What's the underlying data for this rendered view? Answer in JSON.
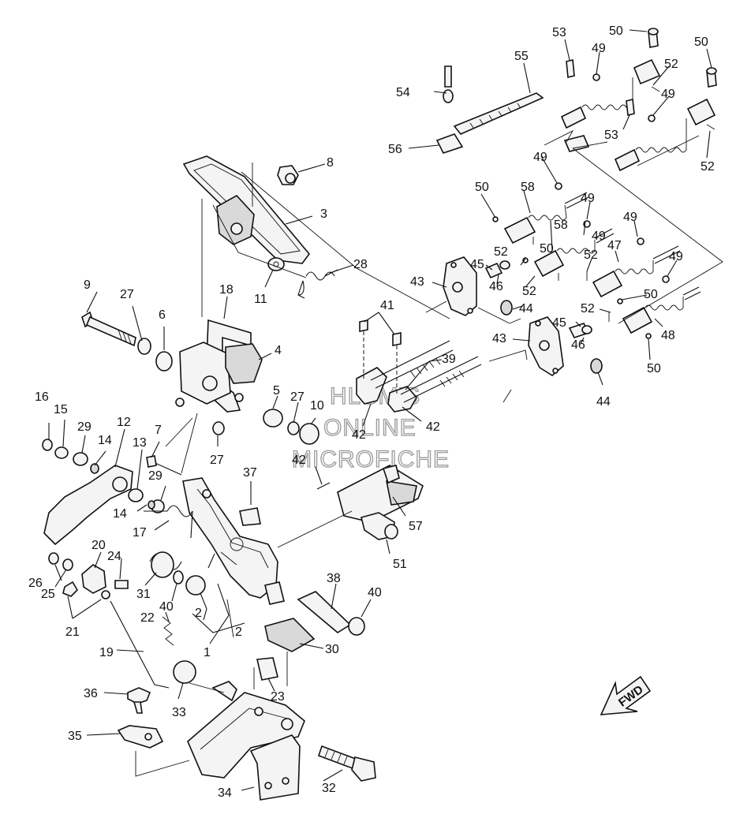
{
  "watermark": {
    "line1": "HLSM'S",
    "line2": "ONLINE",
    "line3": "MICROFICHE"
  },
  "direction_label": "FWD",
  "callouts": [
    {
      "id": "c1",
      "text": "1"
    },
    {
      "id": "c2a",
      "text": "2"
    },
    {
      "id": "c2b",
      "text": "2"
    },
    {
      "id": "c3",
      "text": "3"
    },
    {
      "id": "c4",
      "text": "4"
    },
    {
      "id": "c5",
      "text": "5"
    },
    {
      "id": "c6",
      "text": "6"
    },
    {
      "id": "c7",
      "text": "7"
    },
    {
      "id": "c8",
      "text": "8"
    },
    {
      "id": "c9",
      "text": "9"
    },
    {
      "id": "c10",
      "text": "10"
    },
    {
      "id": "c11",
      "text": "11"
    },
    {
      "id": "c12",
      "text": "12"
    },
    {
      "id": "c13",
      "text": "13"
    },
    {
      "id": "c14a",
      "text": "14"
    },
    {
      "id": "c14b",
      "text": "14"
    },
    {
      "id": "c15",
      "text": "15"
    },
    {
      "id": "c16",
      "text": "16"
    },
    {
      "id": "c17",
      "text": "17"
    },
    {
      "id": "c18",
      "text": "18"
    },
    {
      "id": "c19",
      "text": "19"
    },
    {
      "id": "c20",
      "text": "20"
    },
    {
      "id": "c21",
      "text": "21"
    },
    {
      "id": "c22",
      "text": "22"
    },
    {
      "id": "c23",
      "text": "23"
    },
    {
      "id": "c24",
      "text": "24"
    },
    {
      "id": "c25",
      "text": "25"
    },
    {
      "id": "c26",
      "text": "26"
    },
    {
      "id": "c27a",
      "text": "27"
    },
    {
      "id": "c27b",
      "text": "27"
    },
    {
      "id": "c27c",
      "text": "27"
    },
    {
      "id": "c28",
      "text": "28"
    },
    {
      "id": "c29a",
      "text": "29"
    },
    {
      "id": "c29b",
      "text": "29"
    },
    {
      "id": "c30",
      "text": "30"
    },
    {
      "id": "c31",
      "text": "31"
    },
    {
      "id": "c32",
      "text": "32"
    },
    {
      "id": "c33",
      "text": "33"
    },
    {
      "id": "c34",
      "text": "34"
    },
    {
      "id": "c35",
      "text": "35"
    },
    {
      "id": "c36",
      "text": "36"
    },
    {
      "id": "c37",
      "text": "37"
    },
    {
      "id": "c38",
      "text": "38"
    },
    {
      "id": "c39",
      "text": "39"
    },
    {
      "id": "c40a",
      "text": "40"
    },
    {
      "id": "c40b",
      "text": "40"
    },
    {
      "id": "c41",
      "text": "41"
    },
    {
      "id": "c42a",
      "text": "42"
    },
    {
      "id": "c42b",
      "text": "42"
    },
    {
      "id": "c42c",
      "text": "42"
    },
    {
      "id": "c43a",
      "text": "43"
    },
    {
      "id": "c43b",
      "text": "43"
    },
    {
      "id": "c44a",
      "text": "44"
    },
    {
      "id": "c44b",
      "text": "44"
    },
    {
      "id": "c45a",
      "text": "45"
    },
    {
      "id": "c45b",
      "text": "45"
    },
    {
      "id": "c46a",
      "text": "46"
    },
    {
      "id": "c46b",
      "text": "46"
    },
    {
      "id": "c47",
      "text": "47"
    },
    {
      "id": "c48",
      "text": "48"
    },
    {
      "id": "c49a",
      "text": "49"
    },
    {
      "id": "c49b",
      "text": "49"
    },
    {
      "id": "c49c",
      "text": "49"
    },
    {
      "id": "c49d",
      "text": "49"
    },
    {
      "id": "c49e",
      "text": "49"
    },
    {
      "id": "c49f",
      "text": "49"
    },
    {
      "id": "c49g",
      "text": "49"
    },
    {
      "id": "c50a",
      "text": "50"
    },
    {
      "id": "c50b",
      "text": "50"
    },
    {
      "id": "c50c",
      "text": "50"
    },
    {
      "id": "c50d",
      "text": "50"
    },
    {
      "id": "c50e",
      "text": "50"
    },
    {
      "id": "c50f",
      "text": "50"
    },
    {
      "id": "c51",
      "text": "51"
    },
    {
      "id": "c52a",
      "text": "52"
    },
    {
      "id": "c52b",
      "text": "52"
    },
    {
      "id": "c52c",
      "text": "52"
    },
    {
      "id": "c52d",
      "text": "52"
    },
    {
      "id": "c52e",
      "text": "52"
    },
    {
      "id": "c52f",
      "text": "52"
    },
    {
      "id": "c53a",
      "text": "53"
    },
    {
      "id": "c53b",
      "text": "53"
    },
    {
      "id": "c54",
      "text": "54"
    },
    {
      "id": "c55",
      "text": "55"
    },
    {
      "id": "c56",
      "text": "56"
    },
    {
      "id": "c57",
      "text": "57"
    },
    {
      "id": "c58a",
      "text": "58"
    },
    {
      "id": "c58b",
      "text": "58"
    }
  ]
}
